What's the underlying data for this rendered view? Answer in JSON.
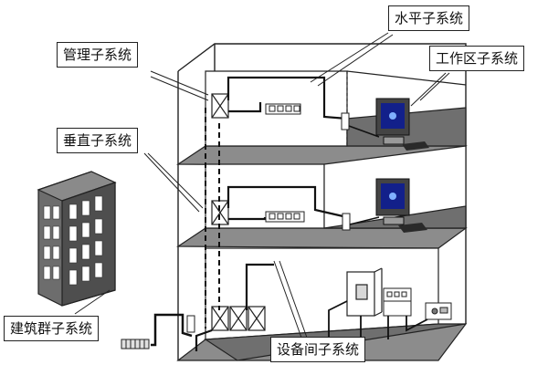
{
  "labels": {
    "horizontal_subsystem": "水平子系统",
    "management_subsystem": "管理子系统",
    "work_area_subsystem": "工作区子系统",
    "vertical_subsystem": "垂直子系统",
    "campus_subsystem": "建筑群子系统",
    "equipment_room_subsystem": "设备间子系统"
  }
}
